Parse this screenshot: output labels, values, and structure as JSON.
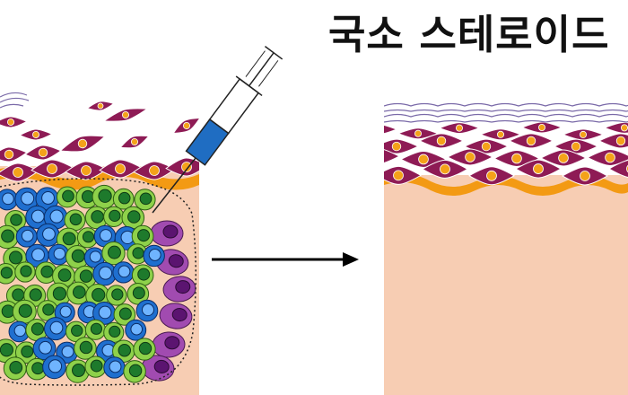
{
  "diagram": {
    "title": "국소 스테로이드",
    "panels": [
      {
        "id": "before",
        "label": ""
      },
      {
        "id": "after",
        "label": ""
      }
    ],
    "colors": {
      "skin": "#f7cdb3",
      "keratinocyte": "#8e1b55",
      "nucleus": "#f4a21a",
      "basement_membrane": "#f39a14",
      "green_cell": "#8ed14a",
      "blue_cell": "#1f6fcf",
      "purple_cell": "#a14bb0",
      "syringe_liquid": "#1f6dc2",
      "arrow": "#000000"
    },
    "icons": [
      "syringe-icon",
      "arrow-right-icon"
    ]
  }
}
